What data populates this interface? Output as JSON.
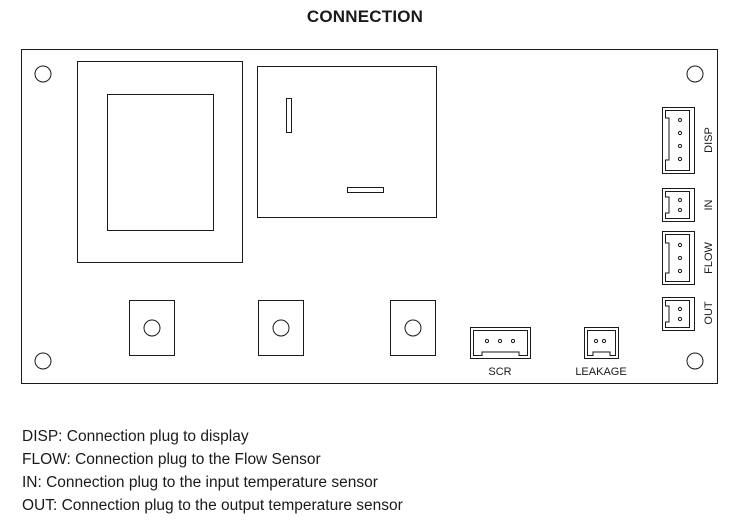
{
  "title": "CONNECTION",
  "connectors": {
    "disp": "DISP",
    "in": "IN",
    "flow": "FLOW",
    "out": "OUT",
    "scr": "SCR",
    "leakage": "LEAKAGE"
  },
  "legend": [
    "DISP: Connection plug to display",
    "FLOW: Connection plug to the Flow Sensor",
    "IN: Connection plug to the input temperature sensor",
    "OUT: Connection plug to the output temperature sensor"
  ],
  "colors": {
    "stroke": "#1a1a1a",
    "background": "#ffffff"
  }
}
